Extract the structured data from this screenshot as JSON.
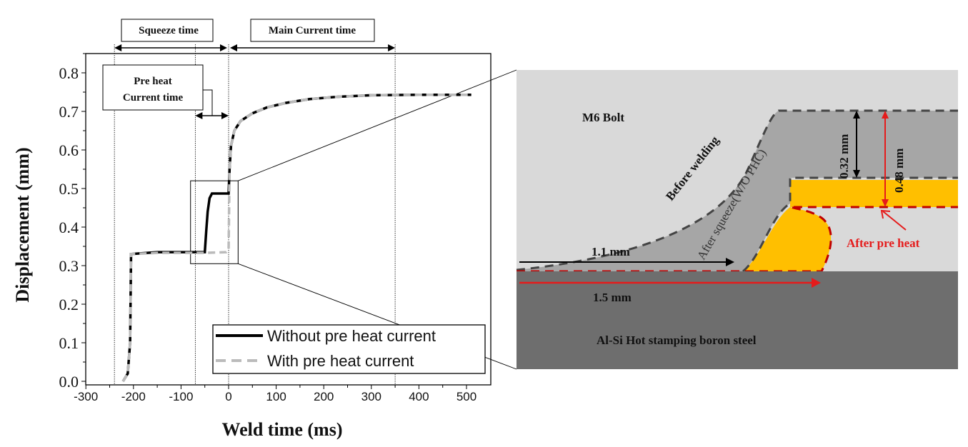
{
  "chart_data": {
    "type": "line",
    "xlabel": "Weld time (ms)",
    "ylabel": "Displacement (mm)",
    "xlim": [
      -300,
      552
    ],
    "ylim": [
      0,
      0.85
    ],
    "xticks": [
      -300,
      -200,
      -100,
      0,
      100,
      200,
      300,
      400,
      500
    ],
    "yticks": [
      "0.0",
      "0.1",
      "0.2",
      "0.3",
      "0.4",
      "0.5",
      "0.6",
      "0.7",
      "0.8"
    ],
    "legend_position": "bottom-right",
    "series": [
      {
        "name": "Without pre heat current",
        "style": "solid",
        "color": "#000000",
        "x": [
          -222,
          -212,
          -207,
          -205,
          -150,
          -50,
          -47,
          -44,
          -40,
          -35,
          -25,
          0,
          2,
          5,
          12,
          25,
          50,
          80,
          120,
          170,
          230,
          300,
          400,
          510
        ],
        "y": [
          0,
          0.02,
          0.1,
          0.33,
          0.335,
          0.335,
          0.39,
          0.44,
          0.475,
          0.487,
          0.487,
          0.487,
          0.55,
          0.61,
          0.65,
          0.675,
          0.695,
          0.71,
          0.722,
          0.732,
          0.738,
          0.742,
          0.743,
          0.743
        ]
      },
      {
        "name": "With pre heat current",
        "style": "dashed",
        "color": "#bbbbbb",
        "x": [
          -222,
          -212,
          -207,
          -205,
          -150,
          -50,
          -5,
          0,
          2,
          5,
          12,
          25,
          50,
          80,
          120,
          170,
          230,
          300,
          400,
          510
        ],
        "y": [
          0,
          0.02,
          0.1,
          0.33,
          0.333,
          0.333,
          0.335,
          0.34,
          0.55,
          0.61,
          0.65,
          0.675,
          0.695,
          0.71,
          0.722,
          0.732,
          0.738,
          0.742,
          0.743,
          0.743
        ]
      }
    ],
    "phase_lines": [
      -240,
      -70,
      0,
      350
    ],
    "annotations": {
      "squeeze": "Squeeze time",
      "main": "Main Current time",
      "preheat_line1": "Pre heat",
      "preheat_line2": "Current time"
    },
    "zoom_box": {
      "x": [
        -80,
        20
      ],
      "y": [
        0.305,
        0.52
      ]
    }
  },
  "diagram": {
    "bolt": "M6 Bolt",
    "steel": "Al-Si Hot stamping boron steel",
    "before": "Before welding",
    "after_squeeze": "After squeeze(W/O PHC)",
    "after_preheat": "After pre heat",
    "d032": "0.32 mm",
    "d048": "0.48 mm",
    "l11": "1.1 mm",
    "l15": "1.5 mm",
    "colors": {
      "bolt": "#d9d9d9",
      "squeezed": "#a6a6a6",
      "steel": "#6e6e6e",
      "melt": "#ffbf00",
      "red": "#e51b1b",
      "darkred": "#c00000"
    }
  }
}
